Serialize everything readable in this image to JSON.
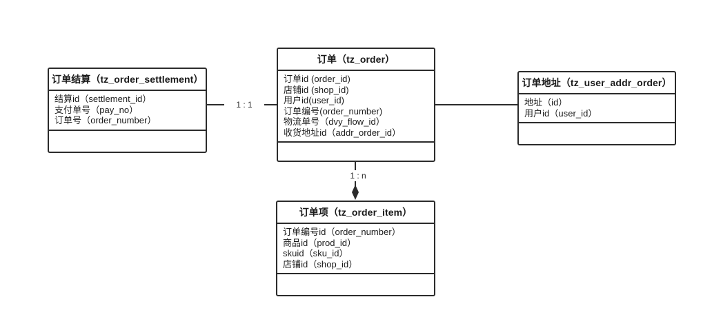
{
  "diagram": {
    "type": "er-diagram",
    "background": "#ffffff",
    "line_color": "#2b2b2b",
    "entities": [
      {
        "id": "settlement",
        "title": "订单结算（tz_order_settlement）",
        "attributes": [
          "结算id（settlement_id）",
          "支付单号（pay_no）",
          "订单号（order_number）"
        ]
      },
      {
        "id": "order",
        "title": "订单（tz_order）",
        "attributes": [
          "订单id (order_id)",
          "店铺id (shop_id)",
          "用户id(user_id)",
          "订单编号(order_number)",
          "物流单号（dvy_flow_id）",
          "收货地址id（addr_order_id）"
        ]
      },
      {
        "id": "address",
        "title": "订单地址（tz_user_addr_order）",
        "attributes": [
          "地址（id）",
          "用户id（user_id）"
        ]
      },
      {
        "id": "orderitem",
        "title": "订单项（tz_order_item）",
        "attributes": [
          "订单编号id（order_number）",
          "商品id（prod_id）",
          "skuid（sku_id）",
          "店铺id（shop_id）"
        ]
      }
    ],
    "relationships": [
      {
        "id": "settlement-order",
        "label": "1 : 1",
        "from": "settlement",
        "to": "order",
        "marker": "none"
      },
      {
        "id": "order-address",
        "label": "",
        "from": "order",
        "to": "address",
        "marker": "none"
      },
      {
        "id": "order-item",
        "label": "1 : n",
        "from": "order",
        "to": "orderitem",
        "marker": "filled-diamond"
      }
    ]
  }
}
